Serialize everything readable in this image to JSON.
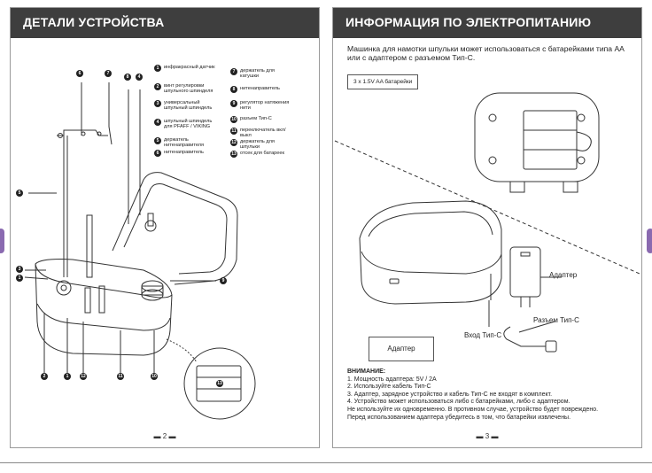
{
  "left": {
    "header": "ДЕТАЛИ УСТРОЙСТВА",
    "page_num": "▬ 2 ▬",
    "legend": [
      {
        "n": "1",
        "text": "инфракрасный датчик"
      },
      {
        "n": "2",
        "text": "винт регулировки шпульного шпинделя"
      },
      {
        "n": "3",
        "text": "универсальный шпульный шпиндель"
      },
      {
        "n": "4",
        "text": "шпульный шпиндель для PFAFF / VIKING"
      },
      {
        "n": "5",
        "text": "держатель нитенаправителя"
      },
      {
        "n": "6",
        "text": "нитенаправитель"
      },
      {
        "n": "7",
        "text": "держатель для катушки"
      },
      {
        "n": "8",
        "text": "нитенаправитель"
      },
      {
        "n": "9",
        "text": "регулятор натяжения нити"
      },
      {
        "n": "10",
        "text": "разъем Тип-С"
      },
      {
        "n": "11",
        "text": "переключатель вкл/выкл"
      },
      {
        "n": "12",
        "text": "держатель для шпульки"
      },
      {
        "n": "13",
        "text": "отсек для батареек"
      }
    ],
    "callouts": {
      "c6": "6",
      "c7": "7",
      "c8": "8",
      "c4": "4",
      "c5": "5",
      "c3": "3",
      "c1": "1",
      "c9": "9",
      "c2": "2",
      "c1b": "1",
      "c12": "12",
      "c11": "11",
      "c10": "10",
      "c13": "13"
    }
  },
  "right": {
    "header": "ИНФОРМАЦИЯ ПО ЭЛЕКТРОПИТАНИЮ",
    "intro": "Машинка для намотки шпульки может использоваться с батарейками типа АА или с адаптером с разъемом Тип-С.",
    "battery_label": "3 x 1.5V AA батарейки",
    "adapter_box": "Адаптер",
    "adapter_label": "Адаптер",
    "typec_connector": "Разъем Тип-С",
    "typec_input": "Вход Тип-С",
    "warning_title": "ВНИМАНИЕ:",
    "warnings": [
      "1. Мощность адаптера: 5V / 2A",
      "2. Используйте кабель Тип-С",
      "3. Адаптер, зарядное устройство и кабель Тип-С не входят в комплект.",
      "4. Устройство может использоваться либо с батарейками, либо с адаптером.",
      "Не используйте их одновременно. В противном случае, устройство будет повреждено.",
      "Перед использованием адаптера убедитесь в том, что батарейки извлечены."
    ],
    "page_num": "▬ 3 ▬"
  }
}
